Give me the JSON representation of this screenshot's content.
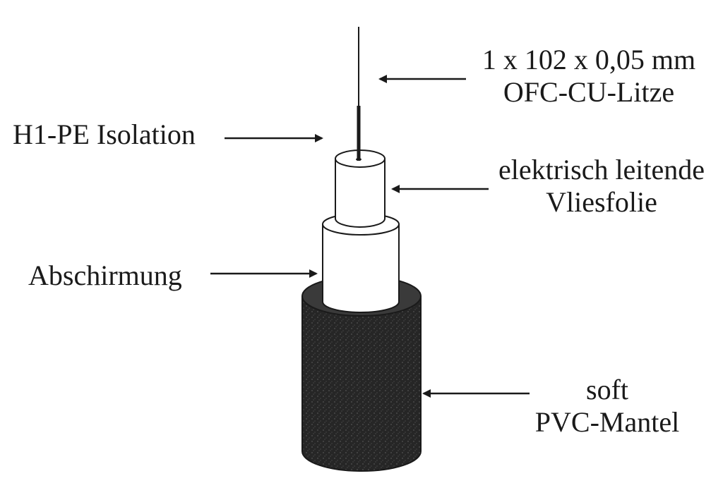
{
  "labels": {
    "conductor": {
      "line1": "1 x 102 x 0,05 mm",
      "line2": "OFC-CU-Litze"
    },
    "insulation": {
      "text": "H1-PE Isolation"
    },
    "fleece": {
      "line1": "elektrisch leitende",
      "line2": "Vliesfolie"
    },
    "shield": {
      "text": "Abschirmung"
    },
    "jacket": {
      "line1": "soft",
      "line2": "PVC-Mantel"
    }
  },
  "colors": {
    "ink": "#1a1a1a",
    "jacket_fill": "#2a2a2a",
    "layer_fill": "#ffffff"
  }
}
